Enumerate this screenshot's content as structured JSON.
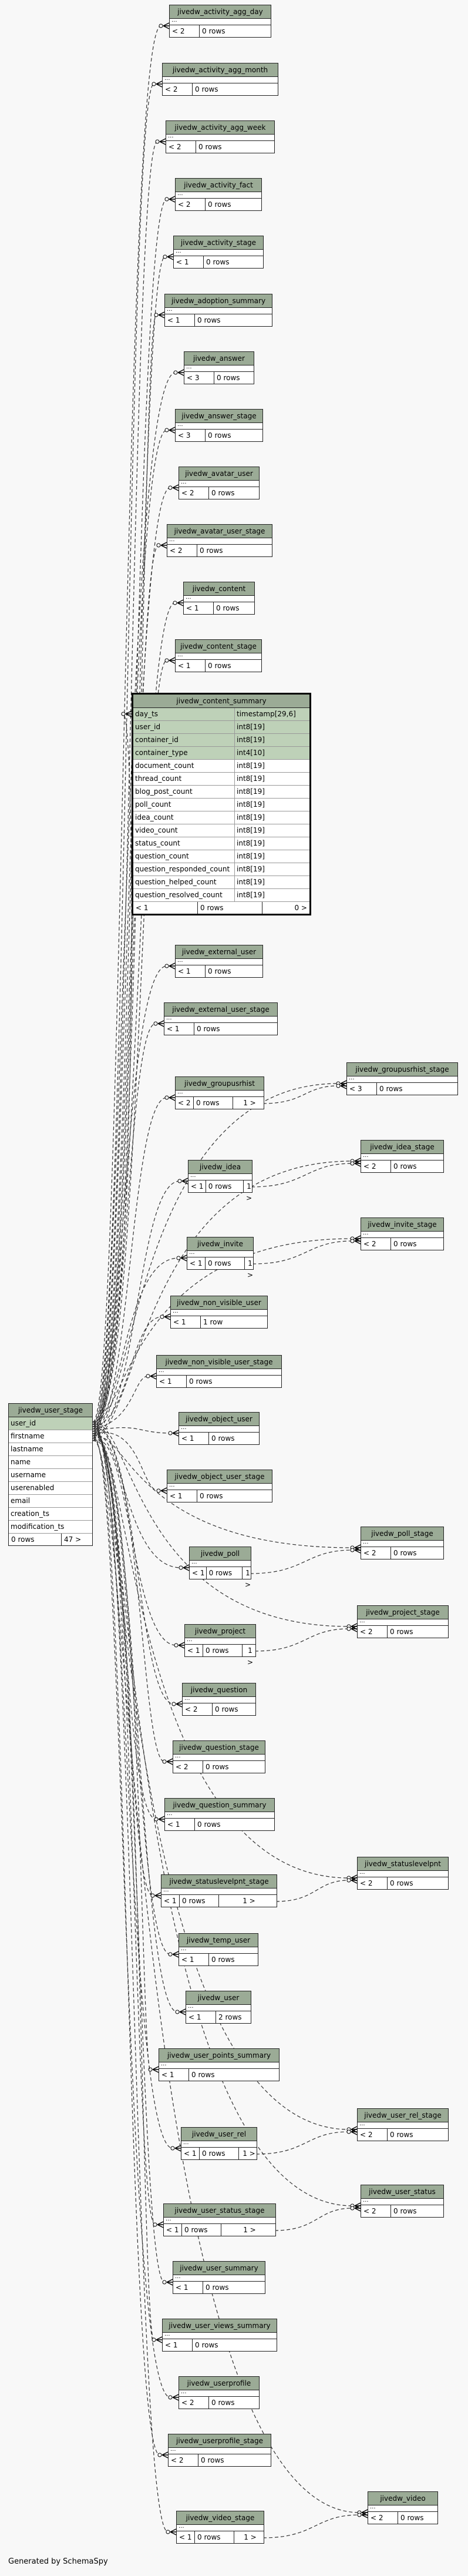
{
  "footer": "Generated by SchemaSpy",
  "tables": [
    {
      "id": "jivedw_activity_agg_day",
      "name": "jivedw_activity_agg_day",
      "foot": [
        "< 2",
        "0 rows"
      ]
    },
    {
      "id": "jivedw_activity_agg_month",
      "name": "jivedw_activity_agg_month",
      "foot": [
        "< 2",
        "0 rows"
      ]
    },
    {
      "id": "jivedw_activity_agg_week",
      "name": "jivedw_activity_agg_week",
      "foot": [
        "< 2",
        "0 rows"
      ]
    },
    {
      "id": "jivedw_activity_fact",
      "name": "jivedw_activity_fact",
      "foot": [
        "< 2",
        "0 rows"
      ]
    },
    {
      "id": "jivedw_activity_stage",
      "name": "jivedw_activity_stage",
      "foot": [
        "< 1",
        "0 rows"
      ]
    },
    {
      "id": "jivedw_adoption_summary",
      "name": "jivedw_adoption_summary",
      "foot": [
        "< 1",
        "0 rows"
      ]
    },
    {
      "id": "jivedw_answer",
      "name": "jivedw_answer",
      "foot": [
        "< 3",
        "0 rows"
      ]
    },
    {
      "id": "jivedw_answer_stage",
      "name": "jivedw_answer_stage",
      "foot": [
        "< 3",
        "0 rows"
      ]
    },
    {
      "id": "jivedw_avatar_user",
      "name": "jivedw_avatar_user",
      "foot": [
        "< 2",
        "0 rows"
      ]
    },
    {
      "id": "jivedw_avatar_user_stage",
      "name": "jivedw_avatar_user_stage",
      "foot": [
        "< 2",
        "0 rows"
      ]
    },
    {
      "id": "jivedw_content",
      "name": "jivedw_content",
      "foot": [
        "< 1",
        "0 rows"
      ]
    },
    {
      "id": "jivedw_content_stage",
      "name": "jivedw_content_stage",
      "foot": [
        "< 1",
        "0 rows"
      ]
    },
    {
      "id": "jivedw_external_user",
      "name": "jivedw_external_user",
      "foot": [
        "< 1",
        "0 rows"
      ]
    },
    {
      "id": "jivedw_external_user_stage",
      "name": "jivedw_external_user_stage",
      "foot": [
        "< 1",
        "0 rows"
      ]
    },
    {
      "id": "jivedw_groupusrhist",
      "name": "jivedw_groupusrhist",
      "foot": [
        "< 2",
        "0 rows",
        "1 >"
      ]
    },
    {
      "id": "jivedw_groupusrhist_stage",
      "name": "jivedw_groupusrhist_stage",
      "foot": [
        "< 3",
        "0 rows"
      ]
    },
    {
      "id": "jivedw_idea",
      "name": "jivedw_idea",
      "foot": [
        "< 1",
        "0 rows",
        "1 >"
      ]
    },
    {
      "id": "jivedw_idea_stage",
      "name": "jivedw_idea_stage",
      "foot": [
        "< 2",
        "0 rows"
      ]
    },
    {
      "id": "jivedw_invite",
      "name": "jivedw_invite",
      "foot": [
        "< 1",
        "0 rows",
        "1 >"
      ]
    },
    {
      "id": "jivedw_invite_stage",
      "name": "jivedw_invite_stage",
      "foot": [
        "< 2",
        "0 rows"
      ]
    },
    {
      "id": "jivedw_non_visible_user",
      "name": "jivedw_non_visible_user",
      "foot": [
        "< 1",
        "1 row"
      ]
    },
    {
      "id": "jivedw_non_visible_user_stage",
      "name": "jivedw_non_visible_user_stage",
      "foot": [
        "< 1",
        "0 rows"
      ]
    },
    {
      "id": "jivedw_object_user",
      "name": "jivedw_object_user",
      "foot": [
        "< 1",
        "0 rows"
      ]
    },
    {
      "id": "jivedw_object_user_stage",
      "name": "jivedw_object_user_stage",
      "foot": [
        "< 1",
        "0 rows"
      ]
    },
    {
      "id": "jivedw_poll",
      "name": "jivedw_poll",
      "foot": [
        "< 1",
        "0 rows",
        "1 >"
      ]
    },
    {
      "id": "jivedw_poll_stage",
      "name": "jivedw_poll_stage",
      "foot": [
        "< 2",
        "0 rows"
      ]
    },
    {
      "id": "jivedw_project",
      "name": "jivedw_project",
      "foot": [
        "< 1",
        "0 rows",
        "1 >"
      ]
    },
    {
      "id": "jivedw_project_stage",
      "name": "jivedw_project_stage",
      "foot": [
        "< 2",
        "0 rows"
      ]
    },
    {
      "id": "jivedw_question",
      "name": "jivedw_question",
      "foot": [
        "< 2",
        "0 rows"
      ]
    },
    {
      "id": "jivedw_question_stage",
      "name": "jivedw_question_stage",
      "foot": [
        "< 2",
        "0 rows"
      ]
    },
    {
      "id": "jivedw_question_summary",
      "name": "jivedw_question_summary",
      "foot": [
        "< 1",
        "0 rows"
      ]
    },
    {
      "id": "jivedw_statuslevelpnt_stage",
      "name": "jivedw_statuslevelpnt_stage",
      "foot": [
        "< 1",
        "0 rows",
        "1 >"
      ]
    },
    {
      "id": "jivedw_statuslevelpnt",
      "name": "jivedw_statuslevelpnt",
      "foot": [
        "< 2",
        "0 rows"
      ]
    },
    {
      "id": "jivedw_temp_user",
      "name": "jivedw_temp_user",
      "foot": [
        "< 1",
        "0 rows"
      ]
    },
    {
      "id": "jivedw_user",
      "name": "jivedw_user",
      "foot": [
        "< 1",
        "2 rows"
      ]
    },
    {
      "id": "jivedw_user_points_summary",
      "name": "jivedw_user_points_summary",
      "foot": [
        "< 1",
        "0 rows"
      ]
    },
    {
      "id": "jivedw_user_rel_stage",
      "name": "jivedw_user_rel_stage",
      "foot": [
        "< 2",
        "0 rows"
      ]
    },
    {
      "id": "jivedw_user_rel",
      "name": "jivedw_user_rel",
      "foot": [
        "< 1",
        "0 rows",
        "1 >"
      ]
    },
    {
      "id": "jivedw_user_status",
      "name": "jivedw_user_status",
      "foot": [
        "< 2",
        "0 rows"
      ]
    },
    {
      "id": "jivedw_user_status_stage",
      "name": "jivedw_user_status_stage",
      "foot": [
        "< 1",
        "0 rows",
        "1 >"
      ]
    },
    {
      "id": "jivedw_user_summary",
      "name": "jivedw_user_summary",
      "foot": [
        "< 1",
        "0 rows"
      ]
    },
    {
      "id": "jivedw_user_views_summary",
      "name": "jivedw_user_views_summary",
      "foot": [
        "< 1",
        "0 rows"
      ]
    },
    {
      "id": "jivedw_userprofile",
      "name": "jivedw_userprofile",
      "foot": [
        "< 2",
        "0 rows"
      ]
    },
    {
      "id": "jivedw_userprofile_stage",
      "name": "jivedw_userprofile_stage",
      "foot": [
        "< 2",
        "0 rows"
      ]
    },
    {
      "id": "jivedw_video",
      "name": "jivedw_video",
      "foot": [
        "< 2",
        "0 rows"
      ]
    },
    {
      "id": "jivedw_video_stage",
      "name": "jivedw_video_stage",
      "foot": [
        "< 1",
        "0 rows",
        "1 >"
      ]
    }
  ],
  "content_summary": {
    "name": "jivedw_content_summary",
    "columns": [
      {
        "n": "day_ts",
        "t": "timestamp[29,6]",
        "key": true
      },
      {
        "n": "user_id",
        "t": "int8[19]",
        "key": true
      },
      {
        "n": "container_id",
        "t": "int8[19]",
        "key": true
      },
      {
        "n": "container_type",
        "t": "int4[10]",
        "key": true
      },
      {
        "n": "document_count",
        "t": "int8[19]"
      },
      {
        "n": "thread_count",
        "t": "int8[19]"
      },
      {
        "n": "blog_post_count",
        "t": "int8[19]"
      },
      {
        "n": "poll_count",
        "t": "int8[19]"
      },
      {
        "n": "idea_count",
        "t": "int8[19]"
      },
      {
        "n": "video_count",
        "t": "int8[19]"
      },
      {
        "n": "status_count",
        "t": "int8[19]"
      },
      {
        "n": "question_count",
        "t": "int8[19]"
      },
      {
        "n": "question_responded_count",
        "t": "int8[19]"
      },
      {
        "n": "question_helped_count",
        "t": "int8[19]"
      },
      {
        "n": "question_resolved_count",
        "t": "int8[19]"
      }
    ],
    "foot": [
      "< 1",
      "0 rows",
      "0 >"
    ]
  },
  "user_stage": {
    "name": "jivedw_user_stage",
    "columns": [
      "user_id",
      "firstname",
      "lastname",
      "name",
      "username",
      "userenabled",
      "email",
      "creation_ts",
      "modification_ts"
    ],
    "foot": [
      "0 rows",
      "47 >"
    ]
  }
}
